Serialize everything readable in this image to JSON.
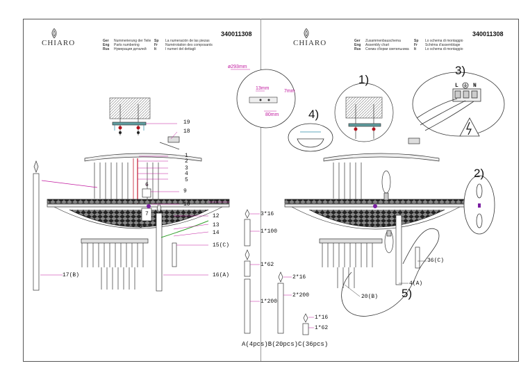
{
  "brand": "CHIARO",
  "article_code": "340011308",
  "left_header": [
    {
      "code": "Ger",
      "text": "Nummerierung der Teile"
    },
    {
      "code": "Eng",
      "text": "Parts numbering"
    },
    {
      "code": "Rus",
      "text": "Нумерация деталей"
    }
  ],
  "left_header_right": [
    {
      "code": "Sp",
      "text": "La numeración de las piezas"
    },
    {
      "code": "Fr",
      "text": "Numérotation des composants"
    },
    {
      "code": "It",
      "text": "I numeri del dettagli"
    }
  ],
  "right_header": [
    {
      "code": "Ger",
      "text": "Zusammenbauschema"
    },
    {
      "code": "Eng",
      "text": "Assembly chart"
    },
    {
      "code": "Rus",
      "text": "Схема сборки светильника"
    }
  ],
  "right_header_right": [
    {
      "code": "Sp",
      "text": "Lo schema di montaggio"
    },
    {
      "code": "Fr",
      "text": "Schéma d'assemblage"
    },
    {
      "code": "It",
      "text": "Lo schema di montaggio"
    }
  ],
  "part_numbers": [
    "19",
    "18",
    "1",
    "2",
    "3",
    "4",
    "5",
    "6",
    "7",
    "9",
    "10",
    "8",
    "11",
    "12",
    "13",
    "14",
    "15(C)",
    "16(A)",
    "17(B)"
  ],
  "dimensions": {
    "diameter": "ø293mm",
    "d1": "13mm",
    "d2": "7mm",
    "d3": "80mm"
  },
  "crystals": {
    "a": [
      "3*16",
      "1*100",
      "1*62",
      "1*200"
    ],
    "b": [
      "2*16",
      "2*200"
    ],
    "c": [
      "1*16",
      "1*62"
    ],
    "legend": "A(4pcs)B(20pcs)C(36pcs)"
  },
  "steps": {
    "s1": "1)",
    "s2": "2)",
    "s3": "3)",
    "s4": "4)",
    "s5": "5)"
  },
  "right_labels": {
    "c": "36(C)",
    "a": "4(A)",
    "b": "20(B)"
  },
  "terminal_labels": {
    "l": "L",
    "n": "N"
  }
}
